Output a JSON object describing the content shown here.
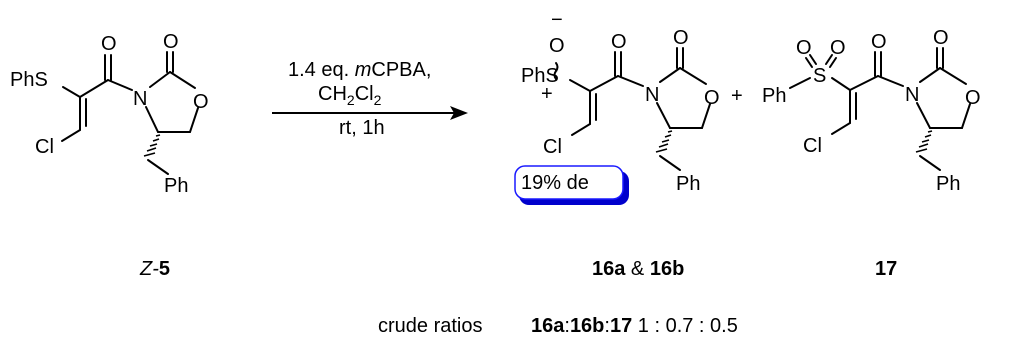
{
  "reactant": {
    "atoms": {
      "phs": "PhS",
      "o1": "O",
      "o2": "O",
      "n": "N",
      "o3": "O",
      "cl": "Cl",
      "ph": "Ph"
    },
    "label_prefix": "Z-",
    "label_number": "5"
  },
  "conditions": {
    "line1_prefix": "1.4 eq. ",
    "line1_italic": "m",
    "line1_suffix": "CPBA,",
    "line2_main": "CH",
    "line2_sub1": "2",
    "line2_cl": "Cl",
    "line2_sub2": "2",
    "line3": "rt, 1h"
  },
  "product1": {
    "atoms": {
      "o_minus": "O",
      "minus": "−",
      "phs": "PhS",
      "plus": "+",
      "o1": "O",
      "o2": "O",
      "n": "N",
      "o3": "O",
      "cl": "Cl",
      "ph": "Ph"
    },
    "de_badge": "19% de",
    "label_a": "16a",
    "label_amp": " & ",
    "label_b": "16b"
  },
  "plus_sign": "+",
  "product2": {
    "atoms": {
      "o_s1": "O",
      "o_s2": "O",
      "s": "S",
      "ph_s": "Ph",
      "o1": "O",
      "o2": "O",
      "n": "N",
      "o3": "O",
      "cl": "Cl",
      "ph": "Ph"
    },
    "label": "17"
  },
  "ratios": {
    "prefix": "crude ratios",
    "a": "16a",
    "sep1": ":",
    "b": "16b",
    "sep2": ":",
    "c": "17",
    "values": " 1 : 0.7 : 0.5"
  },
  "colors": {
    "badge_border": "#1a1aff",
    "badge_shadow": "#0000cc"
  }
}
